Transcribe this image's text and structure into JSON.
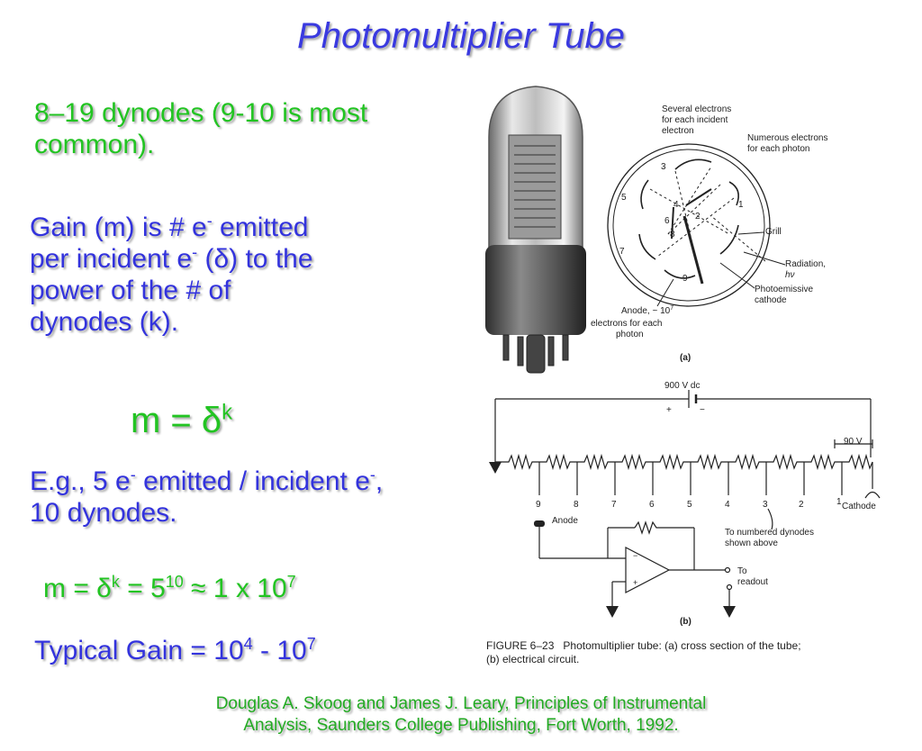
{
  "title": "Photomultiplier Tube",
  "bullet1": "8–19 dynodes (9-10 is most common).",
  "gain": {
    "l1a": "Gain (m) is # e",
    "l1sup": "-",
    "l1b": " emitted",
    "l2a": "per incident e",
    "l2sup": "-",
    "l2b": " (δ) to the",
    "l3": "power of the # of",
    "l4": "dynodes (k)."
  },
  "formula": {
    "base": "m = δ",
    "sup": "k"
  },
  "example": {
    "l1a": "E.g., 5 e",
    "l1sup": "-",
    "l1b": " emitted / incident e",
    "l1sup2": "-",
    "l1c": ",",
    "l2": "10 dynodes."
  },
  "calc": {
    "a": "m = δ",
    "s1": "k",
    "b": " = 5",
    "s2": "10",
    "c": " ≈ 1 x 10",
    "s3": "7"
  },
  "typical": {
    "a": "Typical Gain = 10",
    "s1": "4",
    "b": " - 10",
    "s2": "7"
  },
  "citation": {
    "l1": "Douglas A. Skoog and James J. Leary, Principles of Instrumental",
    "l2": "Analysis, Saunders College Publishing, Fort Worth, 1992."
  },
  "figure_a": {
    "several": [
      "Several electrons",
      "for each incident",
      "electron"
    ],
    "numerous": [
      "Numerous electrons",
      "for each photon"
    ],
    "grill": "Grill",
    "radiation": [
      "Radiation,",
      "hν"
    ],
    "photoemissive": [
      "Photoemissive",
      "cathode"
    ],
    "anode": [
      "Anode, ~ 10",
      "7",
      "electrons for each",
      "photon"
    ],
    "dynodes": [
      "1",
      "2",
      "3",
      "4",
      "5",
      "6",
      "7",
      "8",
      "9"
    ],
    "label": "(a)"
  },
  "figure_b": {
    "voltage": "900 V dc",
    "plus": "+",
    "minus": "−",
    "step_voltage": "90 V",
    "taps": [
      "9",
      "8",
      "7",
      "6",
      "5",
      "4",
      "3",
      "2",
      "1"
    ],
    "cathode": "Cathode",
    "anode": "Anode",
    "to_numbered": [
      "To numbered dynodes",
      "shown above"
    ],
    "to_readout": [
      "To",
      "readout"
    ],
    "label": "(b)"
  },
  "caption": {
    "fig_no": "FIGURE 6–23",
    "l1": "Photomultiplier tube: (a) cross section of the tube;",
    "l2": "(b) electrical circuit."
  },
  "colors": {
    "title": "#3a3ae0",
    "blue_text": "#3333dd",
    "green_text": "#22c422"
  }
}
